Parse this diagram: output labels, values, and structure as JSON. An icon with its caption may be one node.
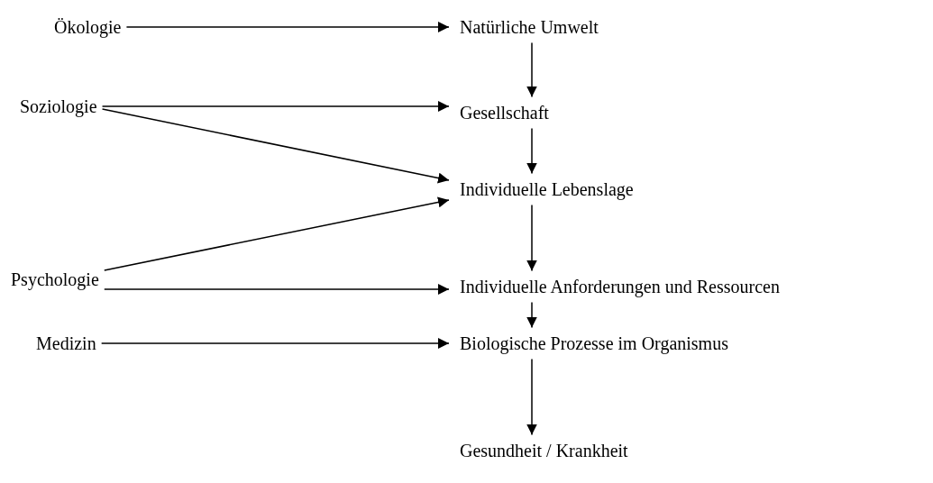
{
  "diagram": {
    "nodes": [
      {
        "text": [
          "Ökologie"
        ]
      },
      {
        "text": [
          "Soziologie"
        ]
      },
      {
        "text": [
          "Psychologie"
        ]
      },
      {
        "text": [
          "Medizin"
        ]
      },
      {
        "text": [
          "Natürliche Umwelt"
        ]
      },
      {
        "text": [
          "Gesellschaft"
        ]
      },
      {
        "text": [
          "Individuelle Lebenslage"
        ]
      },
      {
        "text": [
          "Individuelle Anforderungen und Ressourcen"
        ]
      },
      {
        "text": [
          "Biologische Prozesse im Organismus"
        ]
      },
      {
        "text": [
          "Gesundheit / Krankheit"
        ]
      }
    ],
    "edges": [
      {
        "from": 0,
        "to": 4,
        "arrow": "to"
      },
      {
        "from": 1,
        "to": 5,
        "arrow": "to"
      },
      {
        "from": 1,
        "to": 6,
        "arrow": "to"
      },
      {
        "from": 2,
        "to": 6,
        "arrow": "to"
      },
      {
        "from": 2,
        "to": 7,
        "arrow": "to"
      },
      {
        "from": 3,
        "to": 8,
        "arrow": "to"
      },
      {
        "from": 4,
        "to": 5,
        "arrow": "to"
      },
      {
        "from": 5,
        "to": 6,
        "arrow": "to"
      },
      {
        "from": 6,
        "to": 7,
        "arrow": "to"
      },
      {
        "from": 7,
        "to": 8,
        "arrow": "to"
      },
      {
        "from": 8,
        "to": 9,
        "arrow": "to"
      }
    ]
  }
}
